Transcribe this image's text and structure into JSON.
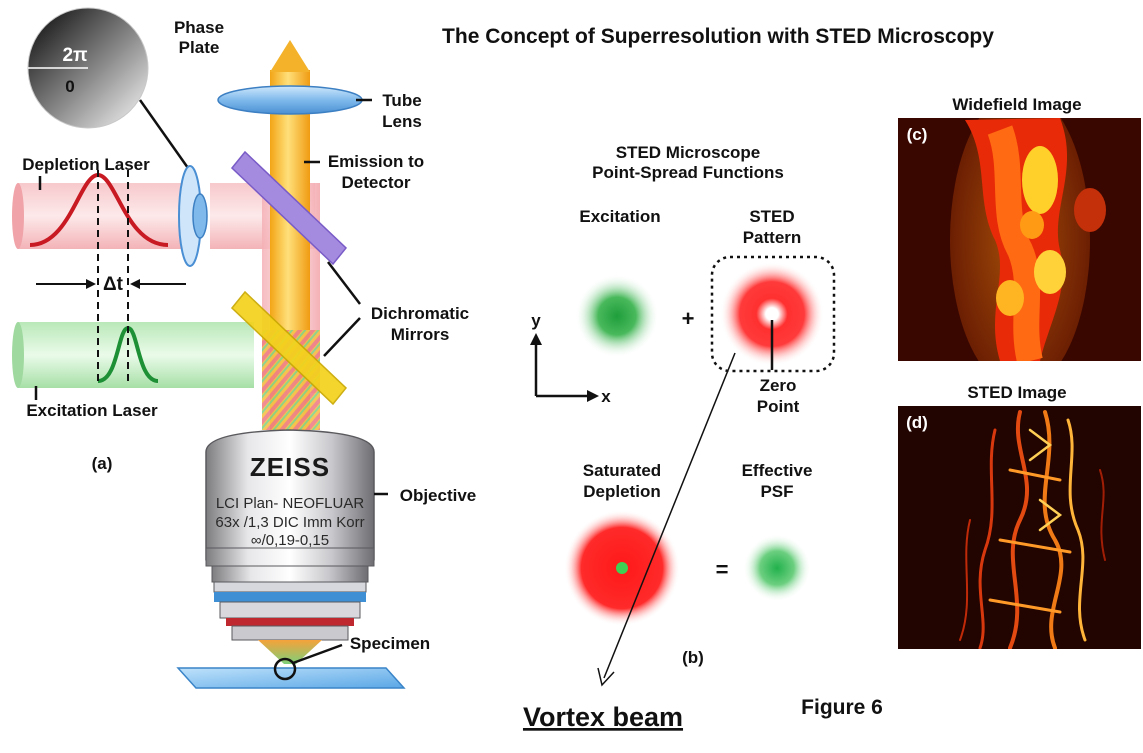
{
  "title": "The Concept of Superresolution with STED Microscopy",
  "figure_label": "Figure 6",
  "annotation": "Vortex beam",
  "panel_a": {
    "letter": "(a)",
    "phase_plate": {
      "line1": "Phase",
      "line2": "Plate",
      "value_top": "2π",
      "value_bottom": "0"
    },
    "depletion_laser": "Depletion Laser",
    "excitation_laser": "Excitation Laser",
    "delta_t": "Δt",
    "tube_lens": {
      "line1": "Tube",
      "line2": "Lens"
    },
    "emission": {
      "line1": "Emission to",
      "line2": "Detector"
    },
    "dichromatic": {
      "line1": "Dichromatic",
      "line2": "Mirrors"
    },
    "objective": "Objective",
    "specimen": "Specimen",
    "objective_text": {
      "brand": "ZEISS",
      "line1": "LCI Plan- NEOFLUAR",
      "line2": "63x /1,3 DIC Imm Korr",
      "line3": "∞/0,19-0,15"
    }
  },
  "panel_b": {
    "letter": "(b)",
    "heading": {
      "line1": "STED Microscope",
      "line2": "Point-Spread Functions"
    },
    "excitation": "Excitation",
    "sted_pattern": {
      "line1": "STED",
      "line2": "Pattern"
    },
    "zero_point": {
      "line1": "Zero",
      "line2": "Point"
    },
    "saturated": {
      "line1": "Saturated",
      "line2": "Depletion"
    },
    "effective": {
      "line1": "Effective",
      "line2": "PSF"
    },
    "plus": "+",
    "equals": "=",
    "axis_y": "y",
    "axis_x": "x"
  },
  "panel_c": {
    "letter": "(c)",
    "title": "Widefield Image"
  },
  "panel_d": {
    "letter": "(d)",
    "title": "STED Image"
  },
  "colors": {
    "depletion": "#e8202a",
    "excitation": "#2db34a",
    "emission": "#f6b21a",
    "mirror_violet": "#9b7fd6",
    "mirror_yellow": "#f3d21c",
    "lens_blue": "#8ec6f2"
  }
}
